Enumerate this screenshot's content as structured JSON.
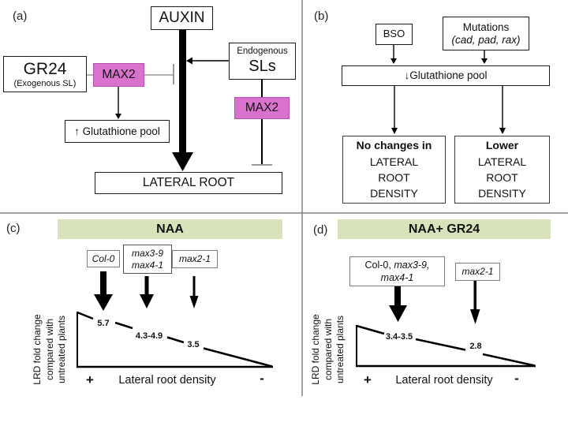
{
  "colors": {
    "max2_fill": "#d872cc",
    "max2_border": "#b94fae",
    "header_green": "#d9e3bb",
    "divider_gray": "#818181",
    "inhibit_gray": "#999999"
  },
  "panel_a": {
    "label": "(a)",
    "auxin": "AUXIN",
    "gr24": "GR24",
    "gr24_sub": "(Exogenous SL)",
    "max2_left": "MAX2",
    "max2_right": "MAX2",
    "glutathione": "↑ Glutathione pool",
    "endogenous": "Endogenous",
    "sls": "SLs",
    "lateral_root": "LATERAL ROOT"
  },
  "panel_b": {
    "label": "(b)",
    "bso": "BSO",
    "mutations_title": "Mutations",
    "mutations_sub": "(cad, pad, rax)",
    "glutathione": "↓Glutathione pool",
    "results": [
      {
        "emphasis": "No changes in",
        "lines": [
          "LATERAL",
          "ROOT",
          "DENSITY"
        ]
      },
      {
        "emphasis": "Lower",
        "lines": [
          "LATERAL",
          "ROOT",
          "DENSITY"
        ]
      }
    ]
  },
  "panel_c": {
    "label": "(c)",
    "header": "NAA",
    "genotypes": {
      "col0": "Col-0",
      "max34_line1": "max3-9",
      "max34_line2": "max4-1",
      "max21": "max2-1"
    },
    "values": {
      "col0": "5.7",
      "max34": "4.3-4.9",
      "max21": "3.5"
    },
    "ylabel_lines": [
      "LRD fold change",
      "compared with",
      "untreated plants"
    ],
    "xlabel": "Lateral root density",
    "plus": "+",
    "minus": "-"
  },
  "panel_d": {
    "label": "(d)",
    "header": "NAA+ GR24",
    "group1_roman": "Col-0, ",
    "group1_italic": "max3-9,",
    "group1_line2": "max4-1",
    "group2": "max2-1",
    "values": {
      "group1": "3.4-3.5",
      "group2": "2.8"
    },
    "ylabel_lines": [
      "LRD fold change",
      "compared with",
      "untreated plants"
    ],
    "xlabel": "Lateral root density",
    "plus": "+",
    "minus": "-"
  }
}
